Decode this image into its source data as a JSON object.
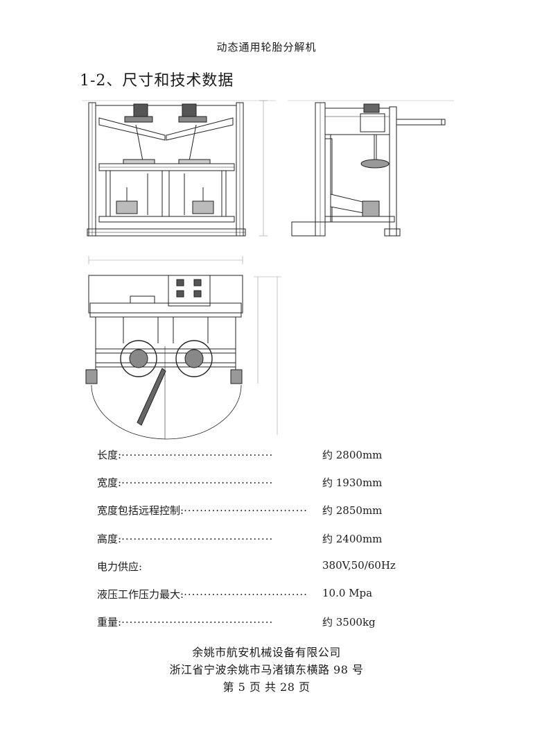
{
  "header": {
    "title": "动态通用轮胎分解机"
  },
  "section": {
    "title": "1-2、尺寸和技术数据"
  },
  "specs": [
    {
      "label": "长度:",
      "value": "约 2800mm"
    },
    {
      "label": "宽度:",
      "value": "约 1930mm"
    },
    {
      "label": "宽度包括远程控制:",
      "value": "约 2850mm"
    },
    {
      "label": "高度:",
      "value": "约 2400mm"
    },
    {
      "label": "电力供应:",
      "value": "380V,50/60Hz"
    },
    {
      "label": "液压工作压力最大:",
      "value": "10.0 Mpa"
    },
    {
      "label": "重量:",
      "value": "约 3500kg"
    }
  ],
  "footer": {
    "company": "余姚市航安机械设备有限公司",
    "address": "浙江省宁波余姚市马渚镇东横路 98 号",
    "page": "第 5 页 共 28 页"
  }
}
